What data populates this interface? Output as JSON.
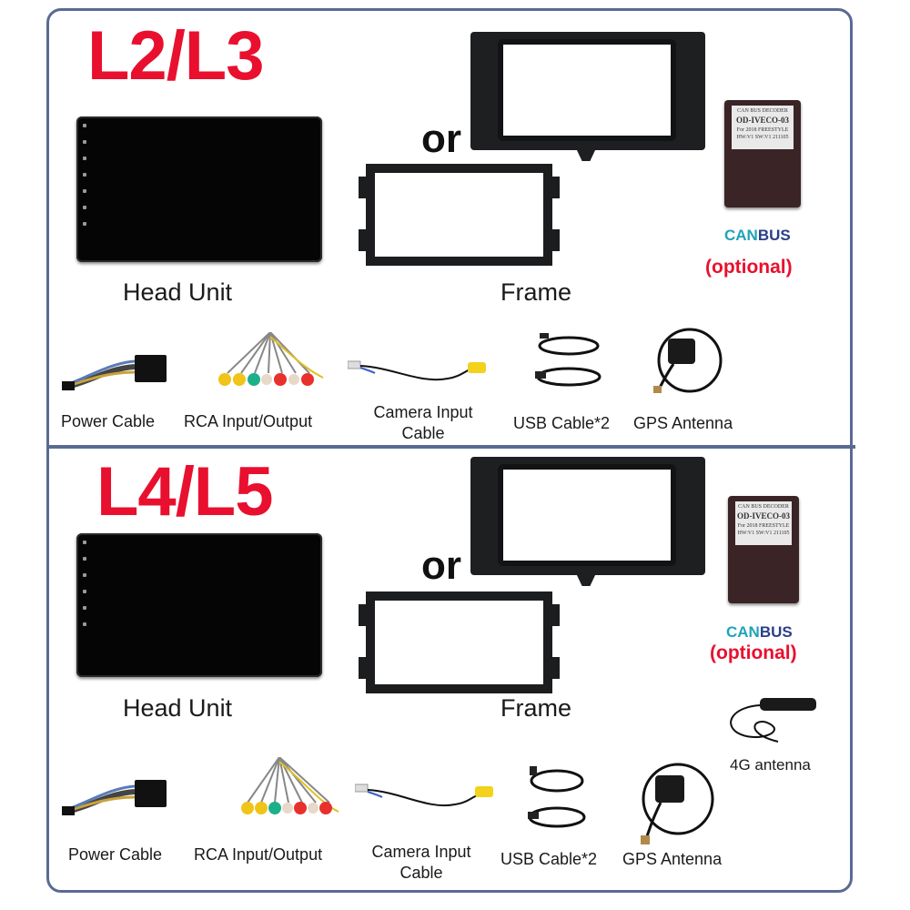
{
  "sections": [
    {
      "title": "L2/L3",
      "or_text": "or",
      "head_unit_label": "Head Unit",
      "frame_label": "Frame",
      "canbus": {
        "part1": "CAN",
        "part2": "BUS",
        "optional": "(optional)",
        "module_text": [
          "CAN BUS DECODER",
          "OD-IVECO-03",
          "For 2018 FREESTYLE",
          "HW:V1  SW:V1  211105"
        ]
      },
      "accessories": [
        {
          "name": "power-cable",
          "label": "Power Cable"
        },
        {
          "name": "rca-input-output",
          "label": "RCA Input/Output"
        },
        {
          "name": "camera-input-cable",
          "label": "Camera Input\nCable",
          "line1": "Camera Input",
          "line2": "Cable"
        },
        {
          "name": "usb-cable",
          "label": "USB Cable*2"
        },
        {
          "name": "gps-antenna",
          "label": "GPS Antenna"
        }
      ]
    },
    {
      "title": "L4/L5",
      "or_text": "or",
      "head_unit_label": "Head Unit",
      "frame_label": "Frame",
      "canbus": {
        "part1": "CAN",
        "part2": "BUS",
        "optional": "(optional)",
        "module_text": [
          "CAN BUS DECODER",
          "OD-IVECO-03",
          "For 2018 FREESTYLE",
          "HW:V1  SW:V1  211105"
        ]
      },
      "extra": {
        "label": "4G antenna"
      },
      "accessories": [
        {
          "name": "power-cable",
          "label": "Power Cable"
        },
        {
          "name": "rca-input-output",
          "label": "RCA Input/Output"
        },
        {
          "name": "camera-input-cable",
          "line1": "Camera Input",
          "line2": "Cable"
        },
        {
          "name": "usb-cable",
          "label": "USB Cable*2"
        },
        {
          "name": "gps-antenna",
          "label": "GPS Antenna"
        }
      ]
    }
  ],
  "colors": {
    "border": "#5a6a93",
    "title_red": "#e8102e",
    "canbus_teal": "#1ea3b8",
    "canbus_navy": "#2a3f8a"
  }
}
